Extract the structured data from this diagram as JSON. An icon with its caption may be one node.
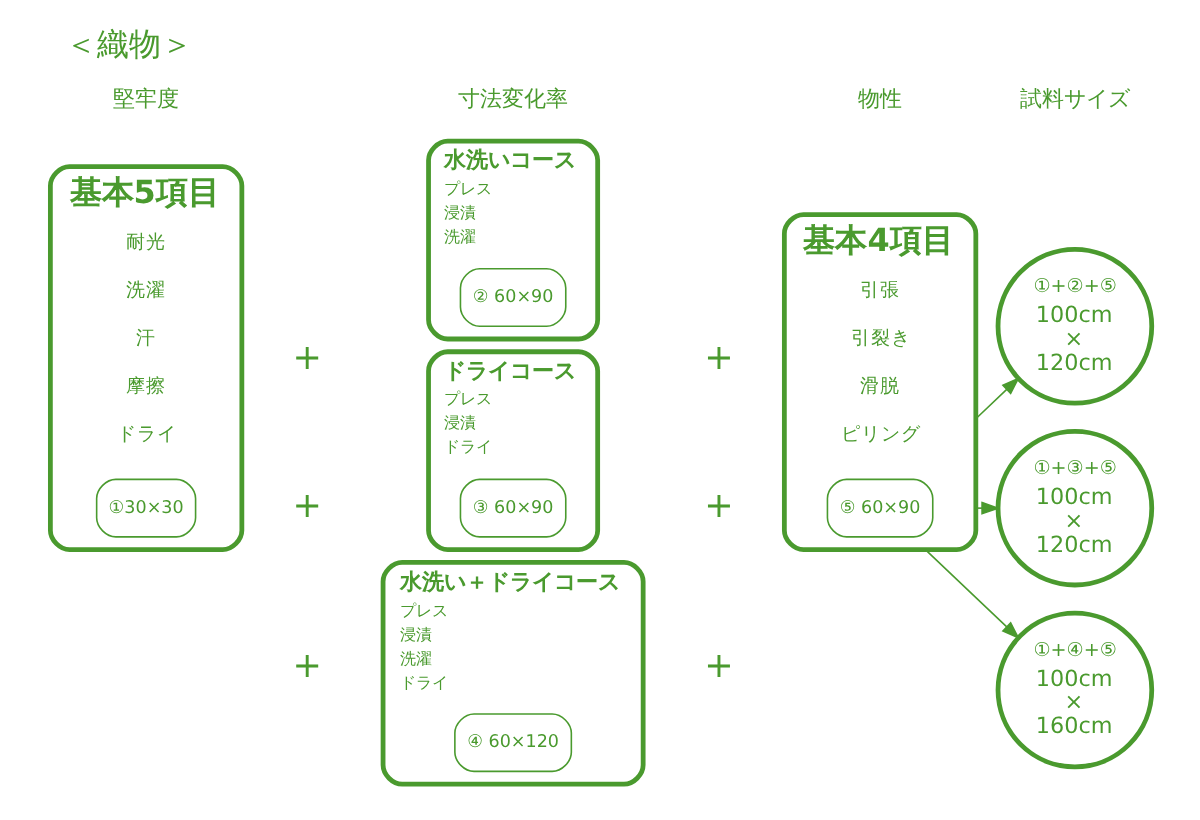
{
  "diagram": {
    "title": "＜織物＞",
    "nodes": [
      {
        "text": [
          "基本5項目",
          "耐光",
          "洗濯",
          "汗",
          "摩擦",
          "ドライ"
        ]
      },
      {
        "text": [
          "①30×30"
        ],
        "in": 0
      },
      {
        "text": [
          "水洗いコース",
          "プレス",
          "浸漬",
          "洗濯"
        ]
      },
      {
        "text": [
          "② 60×90"
        ],
        "in": 2
      },
      {
        "text": [
          "ドライコース",
          "プレス",
          "浸漬",
          "ドライ"
        ]
      },
      {
        "text": [
          "③ 60×90"
        ],
        "in": 4
      },
      {
        "text": [
          "水洗い＋ドライコース",
          "プレス",
          "浸漬",
          "洗濯",
          "ドライ"
        ]
      },
      {
        "text": [
          "④ 60×120"
        ],
        "in": 6
      },
      {
        "text": [
          "基本4項目",
          "引張",
          "引裂き",
          "滑脱",
          "ピリング"
        ]
      },
      {
        "text": [
          "⑤ 60×90"
        ],
        "in": 8
      },
      {
        "text": [
          "①+②+⑤",
          "100cm × 120cm"
        ]
      },
      {
        "text": [
          "①+③+⑤",
          "100cm × 120cm"
        ]
      },
      {
        "text": [
          "①+④+⑤",
          "100cm × 160cm"
        ]
      }
    ],
    "edges": [
      {
        "from": 8,
        "to": 10,
        "arrow": "to"
      },
      {
        "from": 8,
        "to": 11,
        "arrow": "to"
      },
      {
        "from": 8,
        "to": 12,
        "arrow": "to"
      }
    ],
    "labels": [
      "堅牢度",
      "寸法変化率",
      "物性",
      "試料サイズ",
      "+",
      "+",
      "+",
      "+",
      "+",
      "+"
    ]
  }
}
